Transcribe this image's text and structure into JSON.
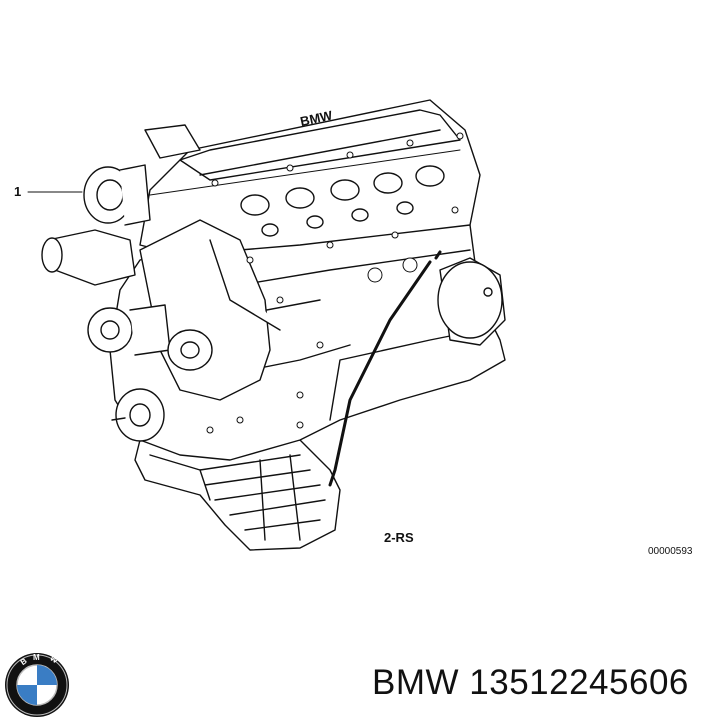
{
  "diagram": {
    "callouts": [
      "1",
      "2-RS"
    ],
    "drawing_number": "00000593",
    "engine_cover_lettering": "BMW"
  },
  "footer": {
    "brand_logo": "BMW",
    "caption": "BMW 13512245606"
  }
}
